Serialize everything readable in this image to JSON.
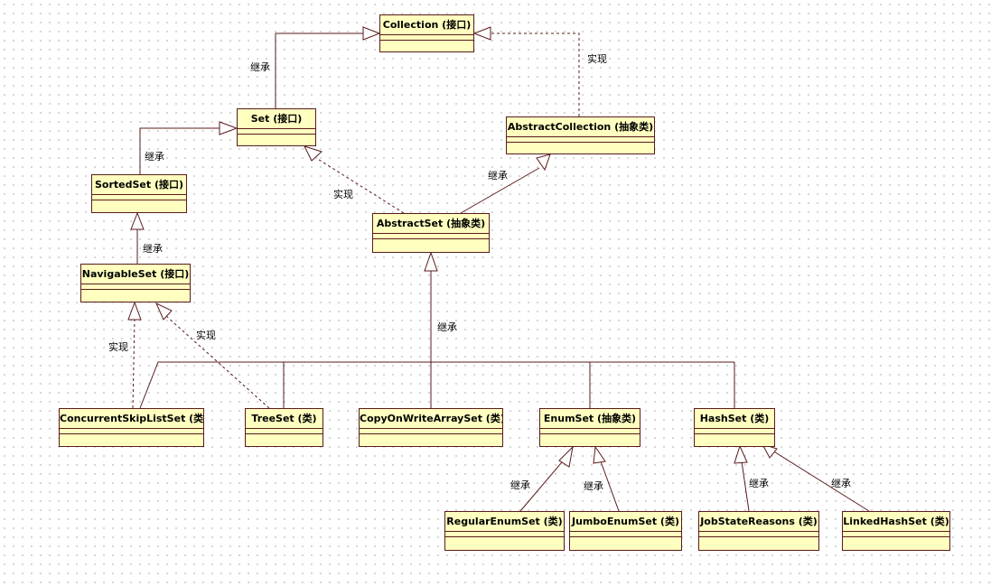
{
  "nodes": {
    "collection": "Collection (接口)",
    "set": "Set (接口)",
    "abstract_collection": "AbstractCollection (抽象类)",
    "sorted_set": "SortedSet (接口)",
    "abstract_set": "AbstractSet (抽象类)",
    "navigable_set": "NavigableSet (接口)",
    "concurrent_skip_list_set": "ConcurrentSkipListSet (类)",
    "tree_set": "TreeSet (类)",
    "copy_on_write_array_set": "CopyOnWriteArraySet (类)",
    "enum_set": "EnumSet (抽象类)",
    "hash_set": "HashSet (类)",
    "regular_enum_set": "RegularEnumSet (类)",
    "jumbo_enum_set": "JumboEnumSet (类)",
    "job_state_reasons": "JobStateReasons (类)",
    "linked_hash_set": "LinkedHashSet (类)"
  },
  "edge_labels": {
    "set_to_collection": "继承",
    "abstract_collection_to_collection": "实现",
    "sorted_set_to_set": "继承",
    "abstract_set_to_set": "实现",
    "abstract_set_to_abstract_collection": "继承",
    "navigable_set_to_sorted_set": "继承",
    "concurrent_to_navigable": "实现",
    "tree_set_to_navigable": "实现",
    "subclasses_to_abstract_set": "继承",
    "regular_to_enum_set": "继承",
    "jumbo_to_enum_set": "继承",
    "job_state_to_hash_set": "继承",
    "linked_to_hash_set": "继承"
  },
  "colors": {
    "box_fill": "#ffffc0",
    "line": "#5a1b1b"
  }
}
